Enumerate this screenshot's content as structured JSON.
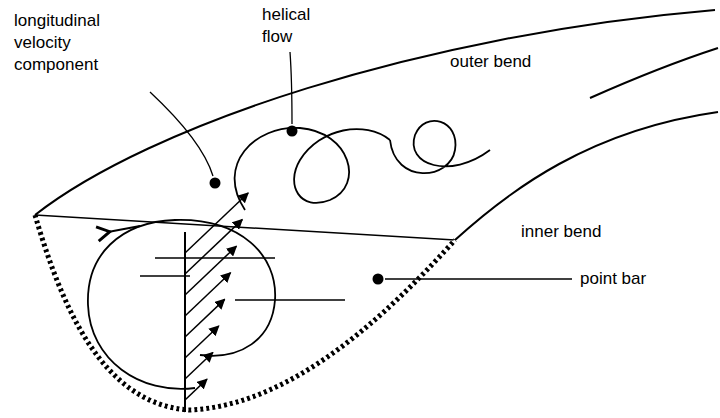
{
  "diagram": {
    "labels": [
      "longitudinal velocity component",
      "helical flow",
      "outer bend",
      "inner bend",
      "point bar"
    ]
  }
}
